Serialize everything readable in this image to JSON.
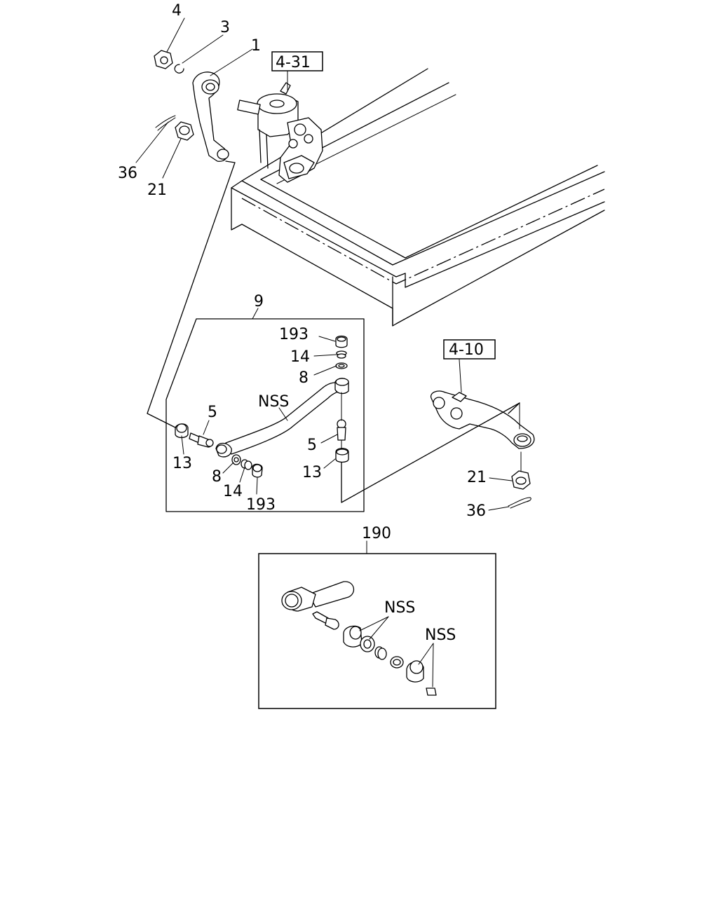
{
  "labels": {
    "l4": "4",
    "l3": "3",
    "l1": "1",
    "ref431": "4-31",
    "l36a": "36",
    "l21a": "21",
    "l9": "9",
    "l193a": "193",
    "l14a": "14",
    "l8a": "8",
    "nss1": "NSS",
    "l5a": "5",
    "l13a": "13",
    "l5b": "5",
    "l13b": "13",
    "l8b": "8",
    "l14b": "14",
    "l193b": "193",
    "ref410": "4-10",
    "l21b": "21",
    "l36b": "36",
    "l190": "190",
    "nss2": "NSS",
    "nss3": "NSS"
  }
}
